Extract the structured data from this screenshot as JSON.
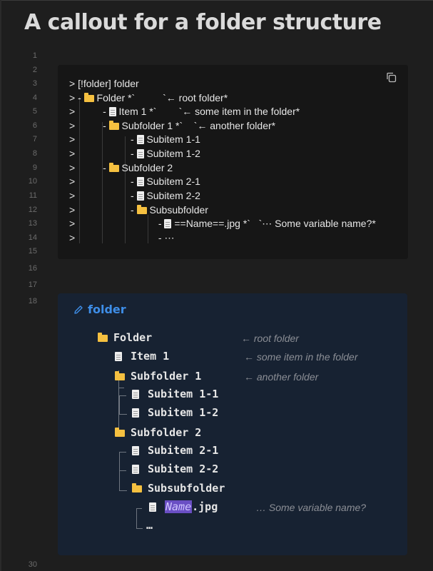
{
  "page": {
    "title": "A callout for a folder structure"
  },
  "line_numbers": [
    "1",
    "2",
    "3",
    "4",
    "5",
    "6",
    "7",
    "8",
    "9",
    "10",
    "11",
    "12",
    "13",
    "14",
    "15",
    "16",
    "17",
    "18",
    "30"
  ],
  "code": {
    "lines": [
      "[!folder] folder",
      "- ",
      "Folder *`          `← root folder*",
      "- ",
      "Item 1 *`        `← some item in the folder*",
      "- ",
      "Subfolder 1 *`    `← another folder*",
      "- ",
      "Subitem 1-1",
      "- ",
      "Subitem 1-2",
      "- ",
      "Subfolder 2",
      "- ",
      "Subitem 2-1",
      "- ",
      "Subitem 2-2",
      "- ",
      "Subsubfolder",
      "- ",
      "==Name==.jpg *`   `⋯ Some variable name?*",
      "- ⋯"
    ],
    "prompt": ">"
  },
  "callout": {
    "title": "folder",
    "tree": {
      "folder": "Folder",
      "item1": "Item 1",
      "subfolder1": "Subfolder 1",
      "subitem11": "Subitem 1-1",
      "subitem12": "Subitem 1-2",
      "subfolder2": "Subfolder 2",
      "subitem21": "Subitem 2-1",
      "subitem22": "Subitem 2-2",
      "subsubfolder": "Subsubfolder",
      "name_highlight": "Name",
      "name_ext": ".jpg",
      "ellipsis": "…"
    },
    "comments": {
      "root": "← root folder",
      "item": "← some item in the folder",
      "another": "← another folder",
      "variable": "… Some variable name?"
    }
  },
  "colors": {
    "accent": "#3e8ee8",
    "folder": "#f5c040",
    "highlight": "#6a4fc4"
  },
  "icons": [
    "copy-icon",
    "pencil-icon",
    "folder-icon",
    "file-icon"
  ]
}
